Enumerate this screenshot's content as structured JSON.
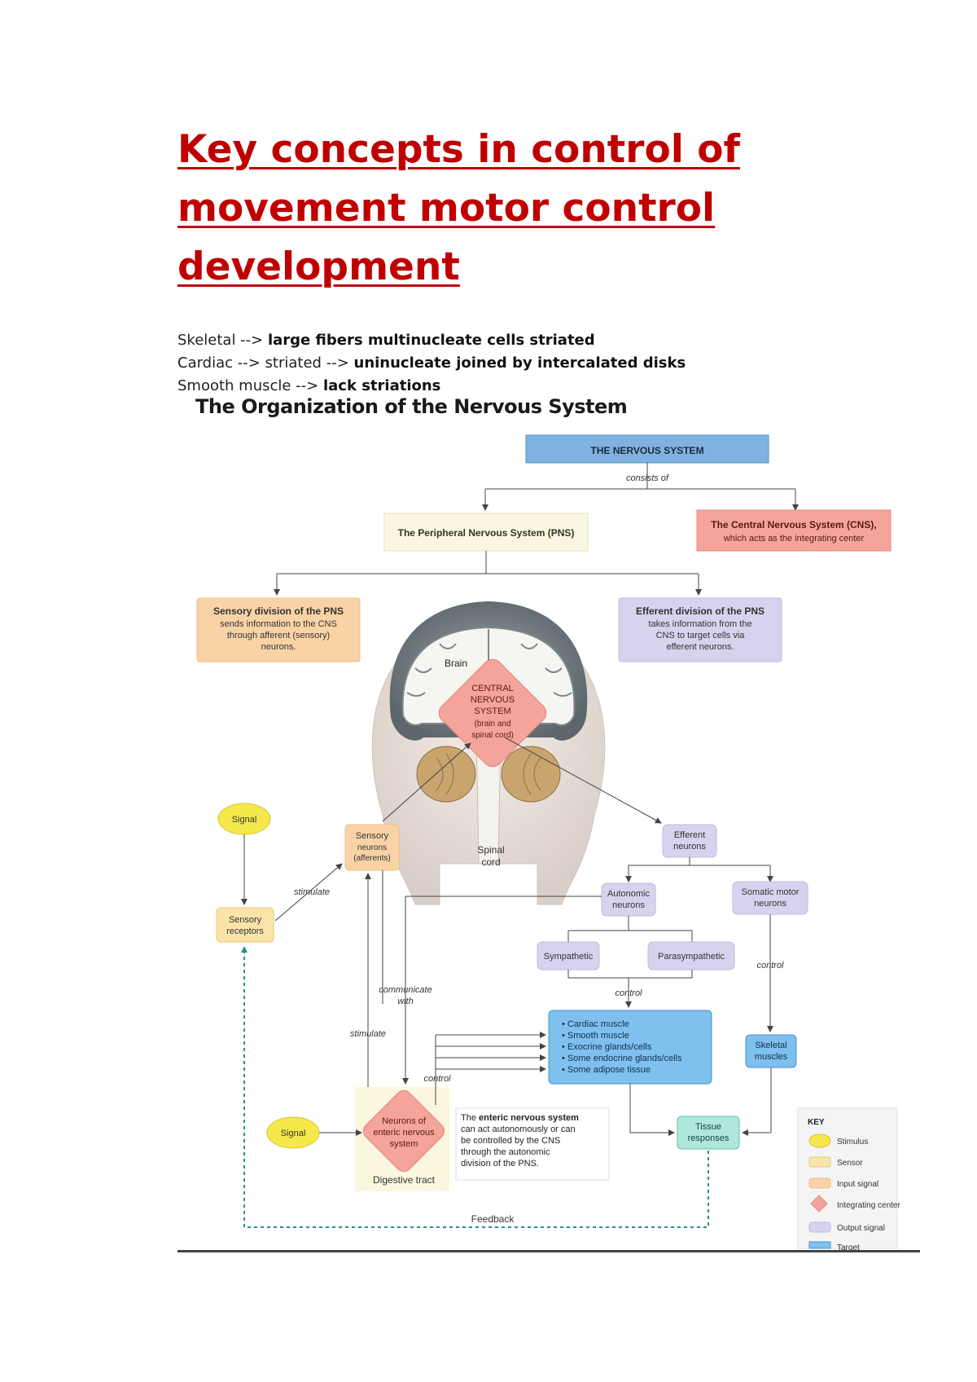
{
  "doc": {
    "title": "Key concepts in control of movement motor control development",
    "notes": [
      {
        "label": "Skeletal --> ",
        "bold": "large fibers multinucleate cells striated"
      },
      {
        "label": "Cardiac --> striated --> ",
        "bold": "uninucleate joined by intercalated disks"
      },
      {
        "label": "Smooth muscle --> ",
        "bold": "lack striations"
      }
    ],
    "figure_title": "The Organization of the Nervous System"
  },
  "diagram": {
    "nervous_system": "THE NERVOUS SYSTEM",
    "consists_of": "consists of",
    "pns": "The Peripheral Nervous System (PNS)",
    "cns_line1": "The Central Nervous System (CNS),",
    "cns_line2": "which acts as the integrating center",
    "sensory_div": [
      "Sensory division of the PNS",
      "sends information to the CNS",
      "through afferent (sensory)",
      "neurons."
    ],
    "efferent_div": [
      "Efferent division of the PNS",
      "takes information from the",
      "CNS to target cells via",
      "efferent neurons."
    ],
    "brain": "Brain",
    "cns_center": [
      "CENTRAL",
      "NERVOUS",
      "SYSTEM",
      "(brain and",
      "spinal cord)"
    ],
    "spinal_cord": [
      "Spinal",
      "cord"
    ],
    "signal_top": "Signal",
    "sensory_receptors": [
      "Sensory",
      "receptors"
    ],
    "sensory_neurons": [
      "Sensory",
      "neurons",
      "(afferents)"
    ],
    "efferent_neurons": [
      "Efferent",
      "neurons"
    ],
    "autonomic": [
      "Autonomic",
      "neurons"
    ],
    "somatic": [
      "Somatic motor",
      "neurons"
    ],
    "sympathetic": "Sympathetic",
    "parasympathetic": "Parasympathetic",
    "stimulate_1": "stimulate",
    "stimulate_2": "stimulate",
    "communicate": [
      "communicate",
      "with"
    ],
    "control_1": "control",
    "control_2": "control",
    "control_3": "control",
    "targets": [
      "• Cardiac muscle",
      "• Smooth muscle",
      "• Exocrine glands/cells",
      "• Some endocrine glands/cells",
      "• Some adipose tissue"
    ],
    "skeletal": [
      "Skeletal",
      "muscles"
    ],
    "signal_bottom": "Signal",
    "enteric": [
      "Neurons of",
      "enteric nervous",
      "system"
    ],
    "digestive": "Digestive tract",
    "enteric_note_bold": "enteric nervous system",
    "enteric_note_lines": [
      "The ",
      "can act autonomously or can",
      "be controlled by the CNS",
      "through the autonomic",
      "division of the PNS."
    ],
    "tissue": [
      "Tissue",
      "responses"
    ],
    "feedback": "Feedback",
    "key": {
      "title": "KEY",
      "items": [
        "Stimulus",
        "Sensor",
        "Input signal",
        "Integrating center",
        "Output signal",
        "Target"
      ]
    }
  },
  "colors": {
    "title_red": "#c00000",
    "blue_box": "#7fb2e0",
    "pink_box": "#f4a49a",
    "orange_box": "#f9d3a6",
    "lavender_box": "#d7d3ee",
    "yellow_oval": "#f5e84b",
    "teal_box": "#aee8dc",
    "cream_box": "#fbf6df"
  }
}
